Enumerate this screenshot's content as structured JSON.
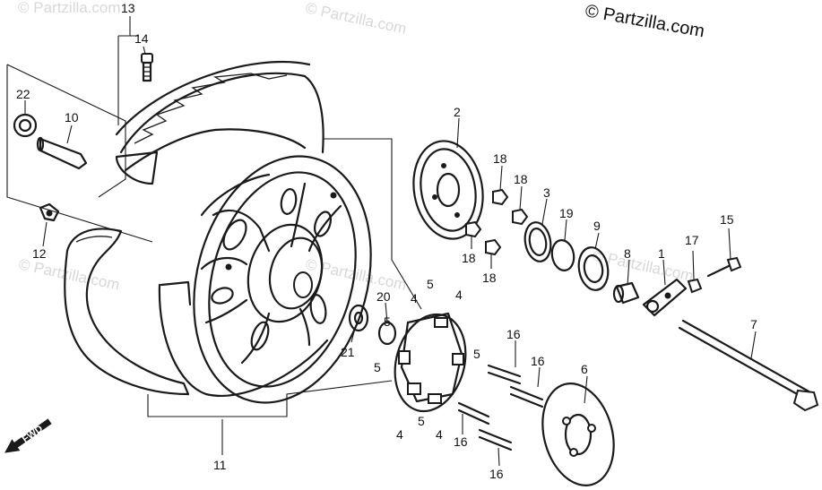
{
  "copyright": "© Partzilla.com",
  "watermark": "© Partzilla.com",
  "direction_label": "FWD",
  "callouts": {
    "c1": "1",
    "c2": "2",
    "c3": "3",
    "c4a": "4",
    "c4b": "4",
    "c4c": "4",
    "c4d": "4",
    "c5a": "5",
    "c5b": "5",
    "c5c": "5",
    "c5d": "5",
    "c5e": "5",
    "c6": "6",
    "c7": "7",
    "c8": "8",
    "c9": "9",
    "c10": "10",
    "c11": "11",
    "c12": "12",
    "c13": "13",
    "c14": "14",
    "c15": "15",
    "c16a": "16",
    "c16b": "16",
    "c16c": "16",
    "c16d": "16",
    "c17": "17",
    "c18a": "18",
    "c18b": "18",
    "c18c": "18",
    "c18d": "18",
    "c19": "19",
    "c20": "20",
    "c21": "21",
    "c22": "22"
  }
}
